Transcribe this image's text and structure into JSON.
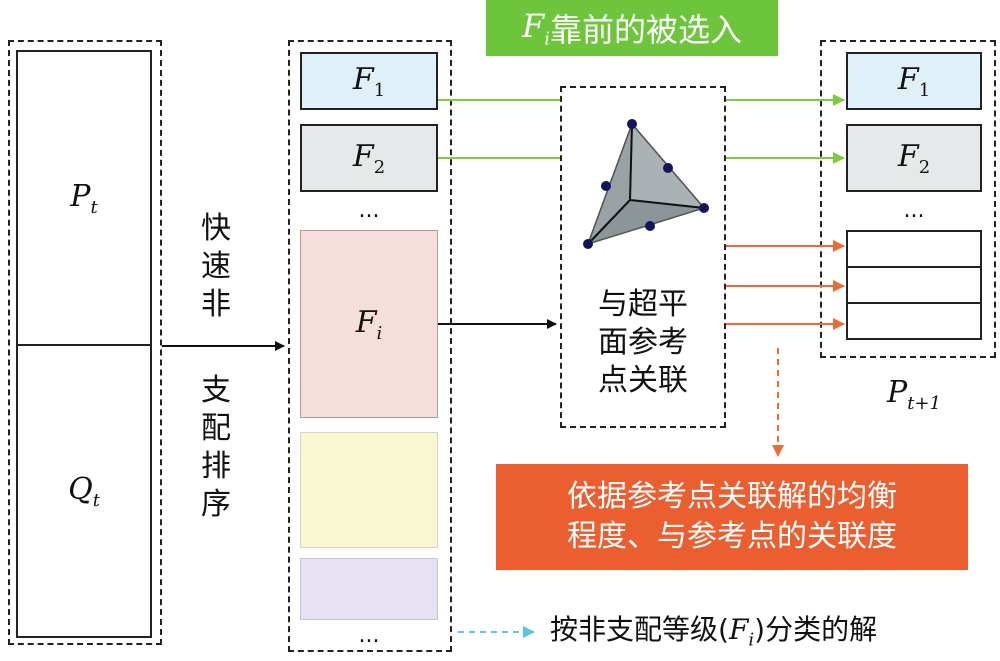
{
  "pq_block": {
    "p_base": "P",
    "p_sub": "t",
    "q_base": "Q",
    "q_sub": "t"
  },
  "sort_label": {
    "top": [
      "快",
      "速",
      "非"
    ],
    "bottom": [
      "支",
      "配",
      "排",
      "序"
    ]
  },
  "fronts": {
    "f1_base": "F",
    "f1_sub": "1",
    "f2_base": "F",
    "f2_sub": "2",
    "ellipsis_1": "...",
    "fi_base": "F",
    "fi_sub": "i",
    "ellipsis_2": "..."
  },
  "top_banner": {
    "var_base": "F",
    "var_sub": "i",
    "text": "靠前的被选入"
  },
  "association_box": {
    "lines": [
      "与超平",
      "面参考",
      "点关联"
    ]
  },
  "next_population": {
    "f1_base": "F",
    "f1_sub": "1",
    "f2_base": "F",
    "f2_sub": "2",
    "ellipsis": "...",
    "label_base": "P",
    "label_sub": "t+1"
  },
  "bottom_banner": {
    "lines": [
      "依据参考点关联解的均衡",
      "程度、与参考点的关联度"
    ]
  },
  "legend": {
    "prefix": "按非支配等级(",
    "var_base": "F",
    "var_sub": "i",
    "suffix": ")分类的解"
  },
  "colors": {
    "f1_fill": "#dff0f8",
    "f2_fill": "#e6e9ea",
    "fi_fill": "#f6dedb",
    "yellow_fill": "#f8f6d3",
    "lavender_fill": "#e6e2f4",
    "green_banner": "#6cc53b",
    "orange_banner": "#ea5e2f",
    "green_line": "#7ccc3b",
    "orange_line": "#ec6a35",
    "legend_line": "#5cc5e6"
  }
}
